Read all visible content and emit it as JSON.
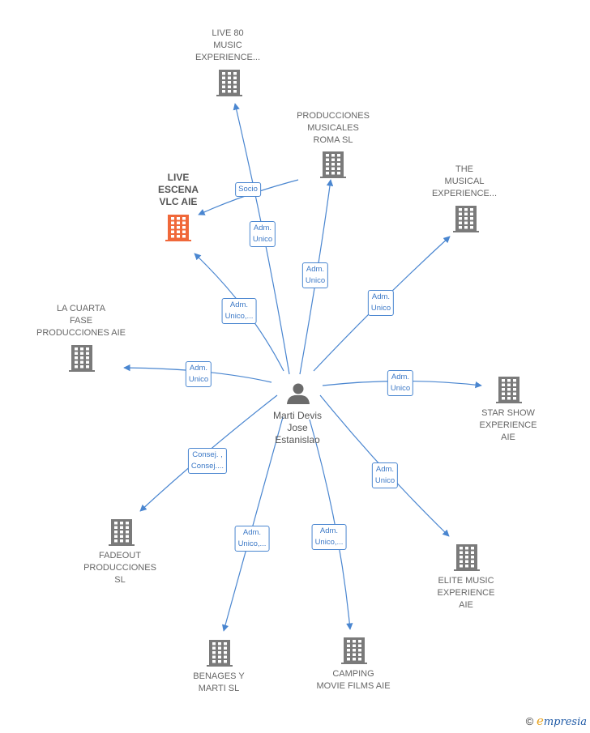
{
  "center": {
    "label": "Marti Devis\nJose\nEstanislao",
    "icon": "person-icon"
  },
  "colors": {
    "edge": "#4a86d0",
    "building": "#7a7a7a",
    "focus": "#f0683a"
  },
  "nodes": [
    {
      "id": "live80",
      "label": "LIVE 80\nMUSIC\nEXPERIENCE...",
      "focus": false
    },
    {
      "id": "roma",
      "label": "PRODUCCIONES\nMUSICALES\nROMA  SL",
      "focus": false
    },
    {
      "id": "liveescena",
      "label": "LIVE\nESCENA\nVLC AIE",
      "focus": true
    },
    {
      "id": "musical",
      "label": "THE\nMUSICAL\nEXPERIENCE...",
      "focus": false
    },
    {
      "id": "cuarta",
      "label": "LA CUARTA\nFASE\nPRODUCCIONES AIE",
      "focus": false
    },
    {
      "id": "starshow",
      "label": "STAR SHOW\nEXPERIENCE\nAIE",
      "focus": false
    },
    {
      "id": "fadeout",
      "label": "FADEOUT\nPRODUCCIONES\nSL",
      "focus": false
    },
    {
      "id": "elite",
      "label": "ELITE MUSIC\nEXPERIENCE\nAIE",
      "focus": false
    },
    {
      "id": "benages",
      "label": "BENAGES Y\nMARTI SL",
      "focus": false
    },
    {
      "id": "camping",
      "label": "CAMPING\nMOVIE FILMS AIE",
      "focus": false
    }
  ],
  "edges": [
    {
      "to": "live80",
      "label": "Adm.\nUnico"
    },
    {
      "to": "roma",
      "label": "Adm.\nUnico"
    },
    {
      "to": "liveescena",
      "label": "Adm.\nUnico,..."
    },
    {
      "from": "roma",
      "to": "liveescena",
      "label": "Socio"
    },
    {
      "to": "musical",
      "label": "Adm.\nUnico"
    },
    {
      "to": "cuarta",
      "label": "Adm.\nUnico"
    },
    {
      "to": "starshow",
      "label": "Adm.\nUnico"
    },
    {
      "to": "fadeout",
      "label": "Consej. ,\nConsej...."
    },
    {
      "to": "elite",
      "label": "Adm.\nUnico"
    },
    {
      "to": "benages",
      "label": "Adm.\nUnico,..."
    },
    {
      "to": "camping",
      "label": "Adm.\nUnico,..."
    }
  ],
  "footer": {
    "copyright": "©",
    "brand_initial": "e",
    "brand_rest": "mpresia"
  }
}
